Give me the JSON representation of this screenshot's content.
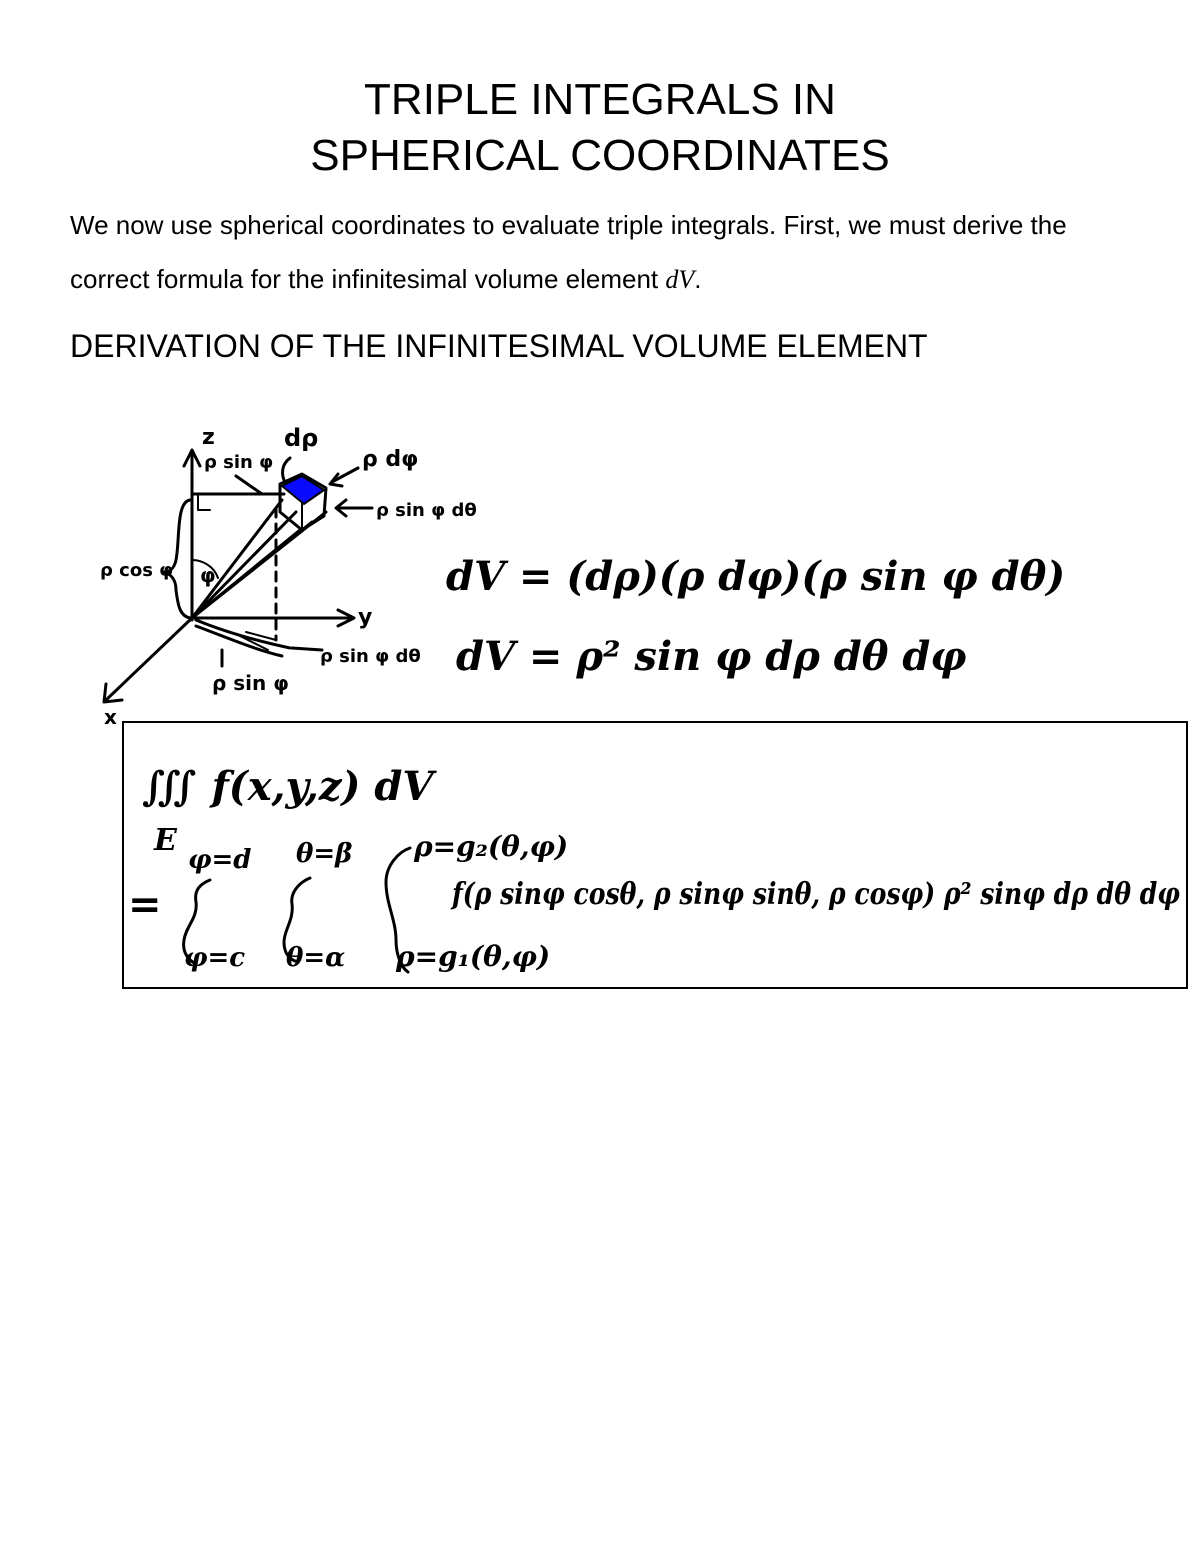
{
  "title_line1": "TRIPLE INTEGRALS IN",
  "title_line2": "SPHERICAL COORDINATES",
  "intro": {
    "text_before": "We now use spherical coordinates to evaluate triple integrals.  First, we must derive the correct formula for the infinitesimal volume element ",
    "math": "dV",
    "text_after": "."
  },
  "section_heading": "DERIVATION OF THE INFINITESIMAL VOLUME ELEMENT",
  "diagram": {
    "axis_z": "z",
    "axis_y": "y",
    "axis_x": "x",
    "label_rho_sin_phi_top": "ρ sin φ",
    "label_d_rho": "dρ",
    "label_rho_d_phi": "ρ dφ",
    "label_rho_sin_phi_d_theta_top": "ρ sin φ dθ",
    "label_rho_cos_phi": "ρ cos φ",
    "label_phi": "φ",
    "label_rho_sin_phi_d_theta_bottom": "ρ sin φ dθ",
    "label_rho_sin_phi_bottom": "ρ sin φ",
    "box_color": "#0a0aff"
  },
  "formulas": {
    "dv_line1": "dV = (dρ)(ρ dφ)(ρ sin φ dθ)",
    "dv_line2": "dV =  ρ² sin φ  dρ  dθ  dφ"
  },
  "boxed": {
    "lhs": "∭ f(x,y,z) dV",
    "region": "E",
    "equals": "=",
    "phi_upper": "φ=d",
    "phi_lower": "φ=c",
    "theta_upper": "θ=β",
    "theta_lower": "θ=α",
    "rho_upper": "ρ=g₂(θ,φ)",
    "rho_lower": "ρ=g₁(θ,φ)",
    "integrand": "f(ρ sinφ cosθ, ρ sinφ sinθ, ρ cosφ) ρ² sinφ dρ dθ dφ"
  }
}
